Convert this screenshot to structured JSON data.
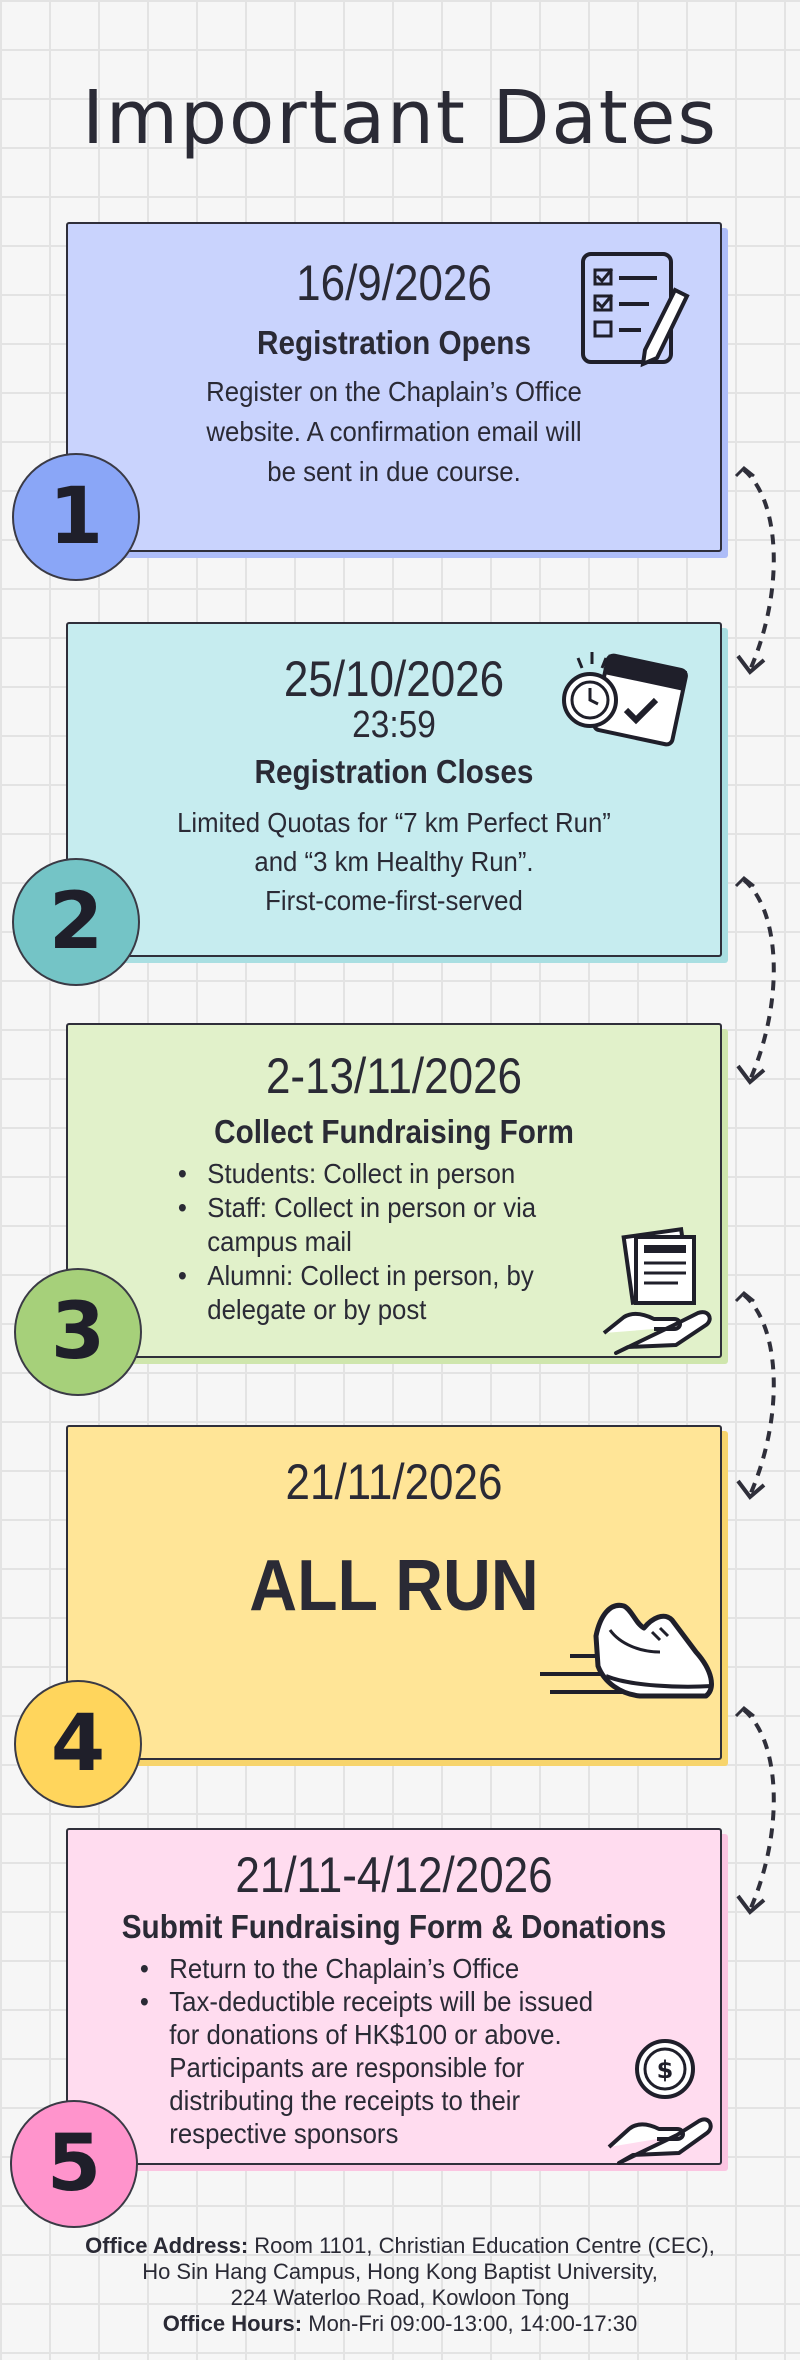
{
  "title": "Important Dates",
  "colors": {
    "card1": "#c9d3fd",
    "circle1": "#8aa6f7",
    "card2": "#c6ecef",
    "circle2": "#74c4c6",
    "card3": "#e1f1ca",
    "circle3": "#a6d07a",
    "card4": "#ffe597",
    "circle4": "#ffd55c",
    "card5": "#ffdcef",
    "circle5": "#ff94cc"
  },
  "steps": [
    {
      "number": "1",
      "date": "16/9/2026",
      "heading": "Registration Opens",
      "desc": [
        "Register on the Chaplain’s Office",
        "website. A confirmation email will",
        "be sent in due course."
      ],
      "icon": "checklist-icon"
    },
    {
      "number": "2",
      "date": "25/10/2026",
      "time": "23:59",
      "heading": "Registration Closes",
      "desc": [
        "Limited Quotas for “7 km Perfect Run”",
        "and “3 km Healthy Run”.",
        "First-come-first-served"
      ],
      "icon": "calendar-clock-icon"
    },
    {
      "number": "3",
      "date": "2-13/11/2026",
      "heading": "Collect Fundraising Form",
      "items": [
        "Students: Collect in person",
        "Staff: Collect in person or via campus mail",
        "Alumni: Collect in person, by delegate or by post"
      ],
      "icon": "document-hand-icon"
    },
    {
      "number": "4",
      "date": "21/11/2026",
      "heading": "ALL RUN",
      "icon": "running-shoe-icon"
    },
    {
      "number": "5",
      "date": "21/11-4/12/2026",
      "heading": "Submit Fundraising Form & Donations",
      "items": [
        "Return to the Chaplain’s Office",
        "Tax-deductible receipts will be issued for donations of HK$100 or above. Participants are responsible for distributing the receipts to their respective sponsors"
      ],
      "icon": "money-hand-icon"
    }
  ],
  "footer": {
    "address_label": "Office Address:",
    "address_line1": " Room 1101, Christian Education Centre (CEC),",
    "address_line2": "Ho Sin Hang Campus, Hong Kong Baptist University,",
    "address_line3": "224 Waterloo Road, Kowloon Tong",
    "hours_label": "Office Hours:",
    "hours_value": " Mon-Fri 09:00-13:00, 14:00-17:30"
  }
}
